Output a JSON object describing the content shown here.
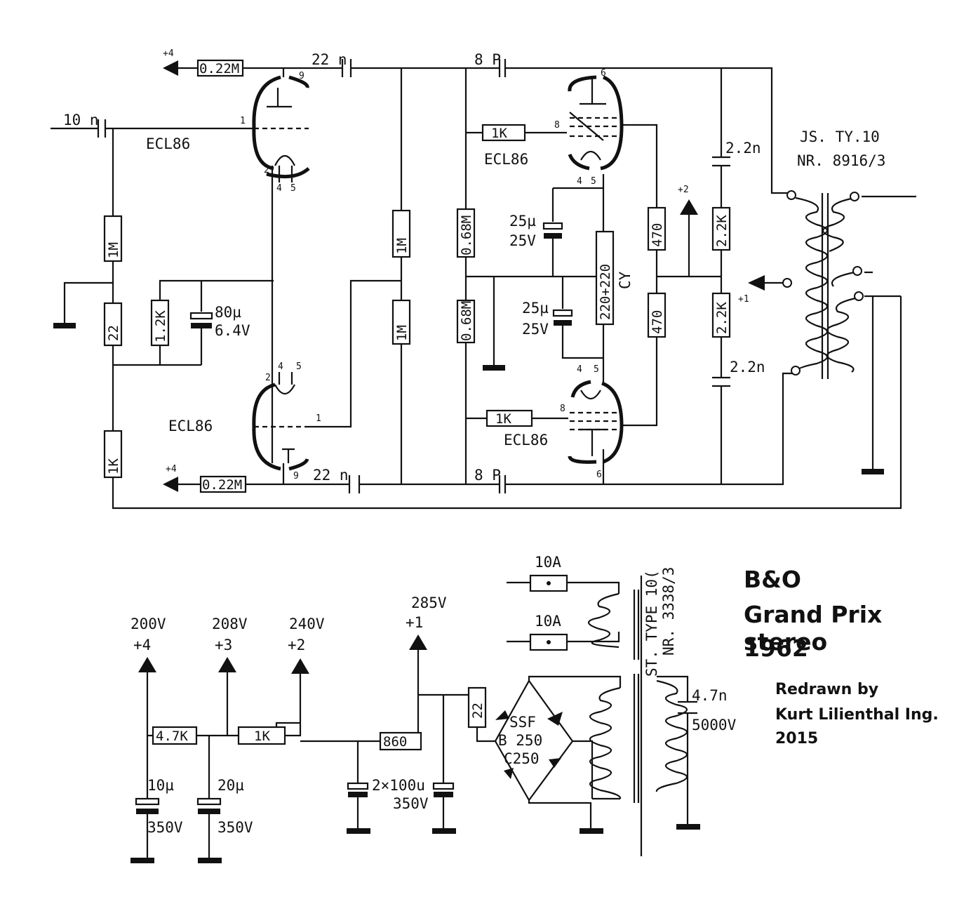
{
  "title": {
    "brand": "B&O",
    "model": "Grand Prix stereo",
    "year": "1962"
  },
  "credit": {
    "line1": "Redrawn by",
    "line2": "Kurt Lilienthal Ing.",
    "line3": "2015"
  },
  "amplifier": {
    "tube_labels": [
      "ECL86",
      "ECL86",
      "ECL86",
      "ECL86"
    ],
    "input_cap": "10 n",
    "coupling_caps": [
      "22 n",
      "22 n"
    ],
    "feedback_caps": [
      "8 P",
      "8 P"
    ],
    "plate_resistors": [
      "0.22M",
      "0.22M"
    ],
    "supply_taps": [
      "+4",
      "+4",
      "+2",
      "+1"
    ],
    "grid_resistor": "1M",
    "cathode_resistor": "22",
    "tail_resistor": "1K",
    "cathode_bypass_resistor": "1.2K",
    "cathode_bypass_cap": [
      "80µ",
      "6.4V"
    ],
    "phase_resistors": [
      "1M",
      "1M"
    ],
    "output_grid_resistors": [
      "0.68M",
      "0.68M"
    ],
    "grid_stoppers": [
      "1K",
      "1K"
    ],
    "screen_resistors": [
      "470",
      "470"
    ],
    "cathode_caps": [
      [
        "25µ",
        "25V"
      ],
      [
        "25µ",
        "25V"
      ]
    ],
    "cathode_resistor_pair": [
      "220+220",
      "CY"
    ],
    "snubber_caps": [
      "2.2n",
      "2.2n"
    ],
    "snubber_resistors": [
      "2.2K",
      "2.2K"
    ],
    "output_transformer": [
      "JS. TY.10",
      "NR. 8916/3"
    ],
    "pins": [
      "1",
      "2",
      "4",
      "5",
      "9",
      "8",
      "6",
      "4",
      "5",
      "2",
      "4",
      "5",
      "1",
      "9",
      "8",
      "6",
      "4",
      "5"
    ]
  },
  "power_supply": {
    "rails": [
      {
        "voltage": "200V",
        "tap": "+4"
      },
      {
        "voltage": "208V",
        "tap": "+3"
      },
      {
        "voltage": "240V",
        "tap": "+2"
      },
      {
        "voltage": "285V",
        "tap": "+1"
      }
    ],
    "resistors": [
      "4.7K",
      "1K",
      "860",
      "22"
    ],
    "filter_caps": [
      [
        "10µ",
        "350V"
      ],
      [
        "20µ",
        "350V"
      ],
      [
        "2×100u",
        "350V"
      ]
    ],
    "fuses": [
      "10A",
      "10A"
    ],
    "rectifier": [
      "SSF",
      "B 250",
      "C250"
    ],
    "mains_cap": [
      "4.7n",
      "5000V"
    ],
    "transformer": [
      "ST. TYPE 10(",
      "NR. 3338/3"
    ]
  }
}
